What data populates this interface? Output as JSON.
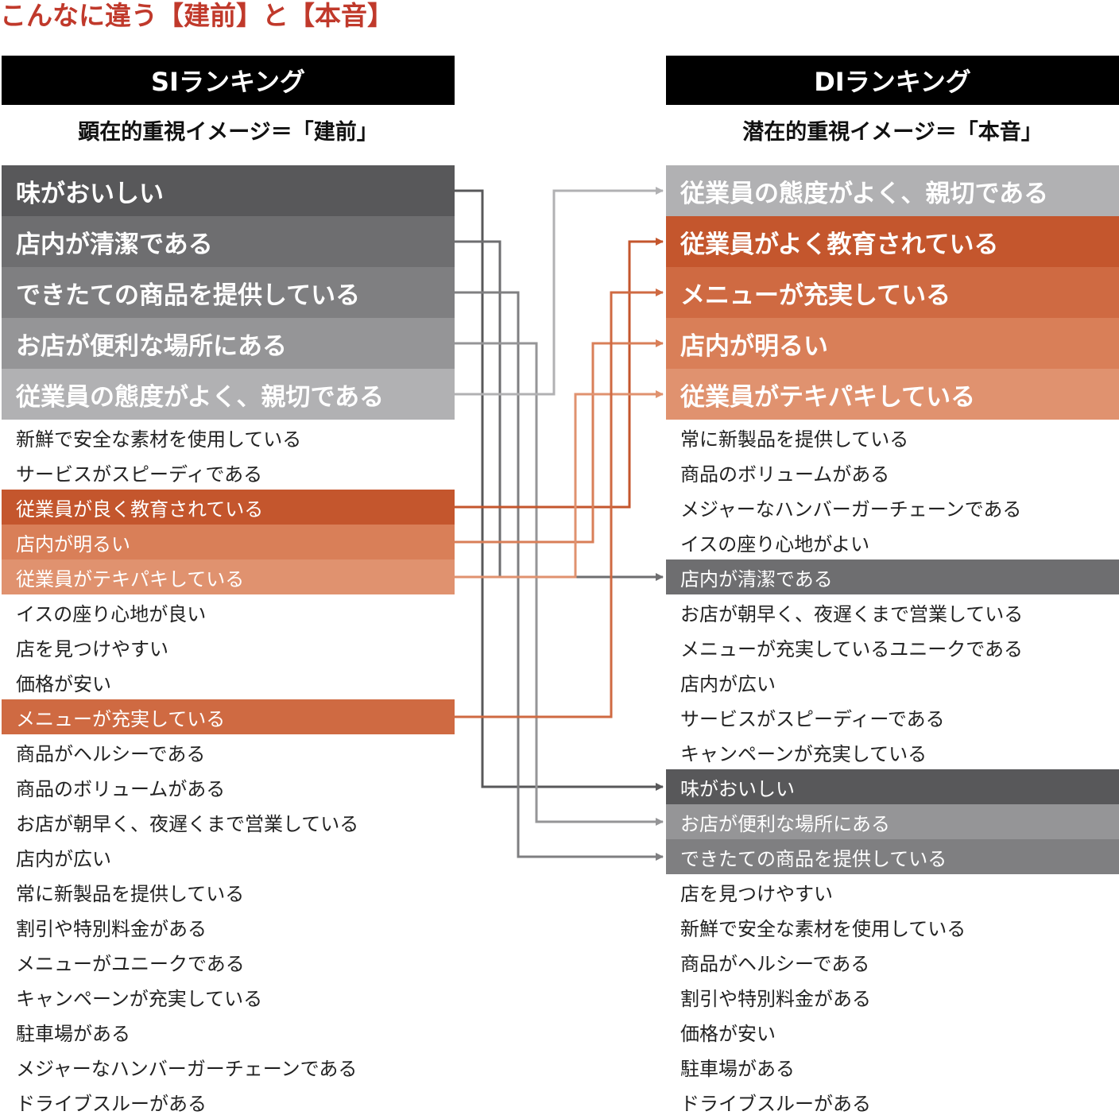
{
  "title": "こんなに違う【建前】と【本音】",
  "si": {
    "header": "SIランキング",
    "subtitle": "顕在的重視イメージ＝「建前」",
    "top_items": [
      {
        "label": "味がおいしい",
        "color": "#58585a"
      },
      {
        "label": "店内が清潔である",
        "color": "#6e6e70"
      },
      {
        "label": "できたての商品を提供している",
        "color": "#7f7f81"
      },
      {
        "label": "お店が便利な場所にある",
        "color": "#959597"
      },
      {
        "label": "従業員の態度がよく、親切である",
        "color": "#b1b1b3"
      }
    ],
    "items": [
      {
        "label": "新鮮で安全な素材を使用している",
        "color": ""
      },
      {
        "label": "サービスがスピーディである",
        "color": ""
      },
      {
        "label": "従業員が良く教育されている",
        "color": "#c4562d"
      },
      {
        "label": "店内が明るい",
        "color": "#d97f58"
      },
      {
        "label": "従業員がテキパキしている",
        "color": "#e0926f"
      },
      {
        "label": "イスの座り心地が良い",
        "color": ""
      },
      {
        "label": "店を見つけやすい",
        "color": ""
      },
      {
        "label": "価格が安い",
        "color": ""
      },
      {
        "label": "メニューが充実している",
        "color": "#cf6a42"
      },
      {
        "label": "商品がヘルシーである",
        "color": ""
      },
      {
        "label": "商品のボリュームがある",
        "color": ""
      },
      {
        "label": "お店が朝早く、夜遅くまで営業している",
        "color": ""
      },
      {
        "label": "店内が広い",
        "color": ""
      },
      {
        "label": "常に新製品を提供している",
        "color": ""
      },
      {
        "label": "割引や特別料金がある",
        "color": ""
      },
      {
        "label": "メニューがユニークである",
        "color": ""
      },
      {
        "label": "キャンペーンが充実している",
        "color": ""
      },
      {
        "label": "駐車場がある",
        "color": ""
      },
      {
        "label": "メジャーなハンバーガーチェーンである",
        "color": ""
      },
      {
        "label": "ドライブスルーがある",
        "color": ""
      }
    ]
  },
  "di": {
    "header": "DIランキング",
    "subtitle": "潜在的重視イメージ＝「本音」",
    "top_items": [
      {
        "label": "従業員の態度がよく、親切である",
        "color": "#b1b1b3"
      },
      {
        "label": "従業員がよく教育されている",
        "color": "#c4562d"
      },
      {
        "label": "メニューが充実している",
        "color": "#cf6a42"
      },
      {
        "label": "店内が明るい",
        "color": "#d97f58"
      },
      {
        "label": "従業員がテキパキしている",
        "color": "#e0926f"
      }
    ],
    "items": [
      {
        "label": "常に新製品を提供している",
        "color": ""
      },
      {
        "label": "商品のボリュームがある",
        "color": ""
      },
      {
        "label": "メジャーなハンバーガーチェーンである",
        "color": ""
      },
      {
        "label": "イスの座り心地がよい",
        "color": ""
      },
      {
        "label": "店内が清潔である",
        "color": "#6e6e70"
      },
      {
        "label": "お店が朝早く、夜遅くまで営業している",
        "color": ""
      },
      {
        "label": "メニューが充実しているユニークである",
        "color": ""
      },
      {
        "label": "店内が広い",
        "color": ""
      },
      {
        "label": "サービスがスピーディーである",
        "color": ""
      },
      {
        "label": "キャンペーンが充実している",
        "color": ""
      },
      {
        "label": "味がおいしい",
        "color": "#58585a"
      },
      {
        "label": "お店が便利な場所にある",
        "color": "#959597"
      },
      {
        "label": "できたての商品を提供している",
        "color": "#7f7f81"
      },
      {
        "label": "店を見つけやすい",
        "color": ""
      },
      {
        "label": "新鮮で安全な素材を使用している",
        "color": ""
      },
      {
        "label": "商品がヘルシーである",
        "color": ""
      },
      {
        "label": "割引や特別料金がある",
        "color": ""
      },
      {
        "label": "価格が安い",
        "color": ""
      },
      {
        "label": "駐車場がある",
        "color": ""
      },
      {
        "label": "ドライブスルーがある",
        "color": ""
      }
    ]
  },
  "links": [
    {
      "from": "si.top.0",
      "to": "di.items.10",
      "color": "#58585a"
    },
    {
      "from": "si.top.1",
      "to": "di.items.4",
      "color": "#6e6e70"
    },
    {
      "from": "si.top.2",
      "to": "di.items.12",
      "color": "#7f7f81"
    },
    {
      "from": "si.top.3",
      "to": "di.items.11",
      "color": "#959597"
    },
    {
      "from": "si.top.4",
      "to": "di.top.0",
      "color": "#b1b1b3"
    },
    {
      "from": "si.items.2",
      "to": "di.top.1",
      "color": "#c4562d"
    },
    {
      "from": "si.items.3",
      "to": "di.top.3",
      "color": "#d97f58"
    },
    {
      "from": "si.items.4",
      "to": "di.top.4",
      "color": "#e0926f"
    },
    {
      "from": "si.items.8",
      "to": "di.top.2",
      "color": "#cf6a42"
    }
  ]
}
